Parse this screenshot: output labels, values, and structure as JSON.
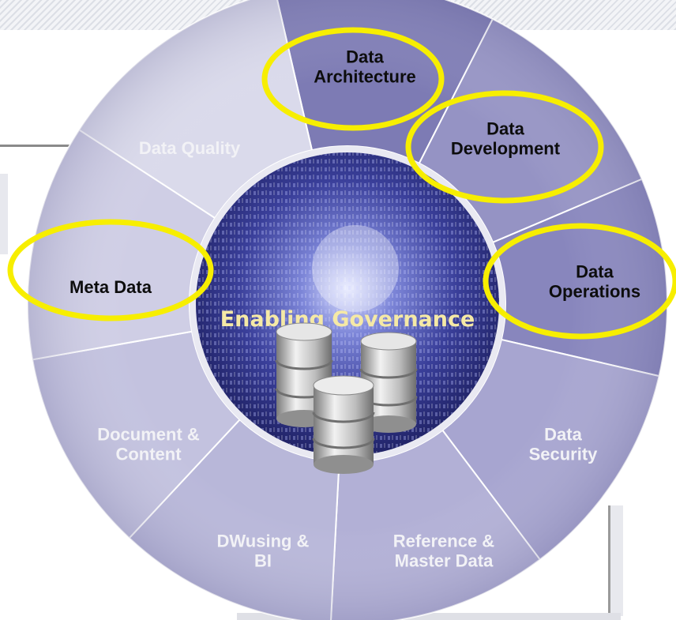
{
  "center": {
    "title": "Enabling Governance",
    "icon": "database-stack-icon"
  },
  "segments": [
    {
      "id": "data-architecture",
      "lines": [
        "Data",
        "Architecture"
      ],
      "highlighted": true
    },
    {
      "id": "data-development",
      "lines": [
        "Data",
        "Development"
      ],
      "highlighted": true
    },
    {
      "id": "data-operations",
      "lines": [
        "Data",
        "Operations"
      ],
      "highlighted": true
    },
    {
      "id": "data-security",
      "lines": [
        "Data",
        "Security"
      ],
      "highlighted": false
    },
    {
      "id": "reference-master-data",
      "lines": [
        "Reference &",
        "Master Data"
      ],
      "highlighted": false
    },
    {
      "id": "dwusing-bi",
      "lines": [
        "DWusing &",
        "BI"
      ],
      "highlighted": false
    },
    {
      "id": "document-content",
      "lines": [
        "Document &",
        "Content"
      ],
      "highlighted": false
    },
    {
      "id": "meta-data",
      "lines": [
        "Meta Data"
      ],
      "highlighted": true
    },
    {
      "id": "data-quality",
      "lines": [
        "Data Quality"
      ],
      "highlighted": false
    }
  ],
  "colors": {
    "highlight_ring": "#f7ee00",
    "wheel_light": "#c9c8de",
    "wheel_dark": "#7d7bb4",
    "center_text": "#f5e9a6"
  }
}
